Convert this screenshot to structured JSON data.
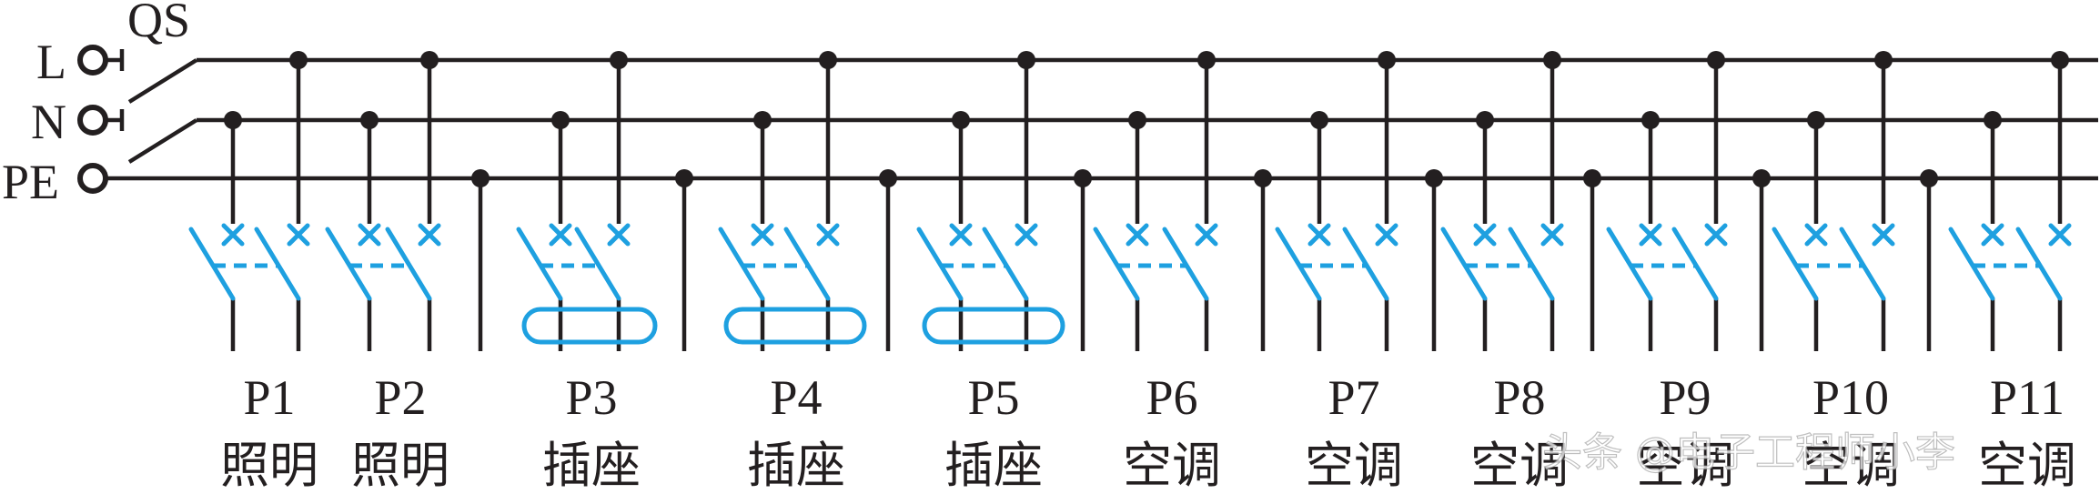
{
  "supply": {
    "switch_label": "QS",
    "lines": [
      {
        "id": "L",
        "label": "L"
      },
      {
        "id": "N",
        "label": "N"
      },
      {
        "id": "PE",
        "label": "PE"
      }
    ]
  },
  "circuits": [
    {
      "id": "P1",
      "label": "P1",
      "use": "照明",
      "has_pe": false,
      "rcd": false
    },
    {
      "id": "P2",
      "label": "P2",
      "use": "照明",
      "has_pe": false,
      "rcd": false
    },
    {
      "id": "P3",
      "label": "P3",
      "use": "插座",
      "has_pe": true,
      "rcd": true
    },
    {
      "id": "P4",
      "label": "P4",
      "use": "插座",
      "has_pe": true,
      "rcd": true
    },
    {
      "id": "P5",
      "label": "P5",
      "use": "插座",
      "has_pe": true,
      "rcd": true
    },
    {
      "id": "P6",
      "label": "P6",
      "use": "空调",
      "has_pe": true,
      "rcd": false
    },
    {
      "id": "P7",
      "label": "P7",
      "use": "空调",
      "has_pe": true,
      "rcd": false
    },
    {
      "id": "P8",
      "label": "P8",
      "use": "空调",
      "has_pe": true,
      "rcd": false
    },
    {
      "id": "P9",
      "label": "P9",
      "use": "空调",
      "has_pe": true,
      "rcd": false
    },
    {
      "id": "P10",
      "label": "P10",
      "use": "空调",
      "has_pe": true,
      "rcd": false
    },
    {
      "id": "P11",
      "label": "P11",
      "use": "空调",
      "has_pe": true,
      "rcd": false
    }
  ],
  "watermark": "头条 @电子工程师小李",
  "colors": {
    "wire": "#231f20",
    "breaker": "#1ea0e0",
    "background": "#ffffff"
  }
}
